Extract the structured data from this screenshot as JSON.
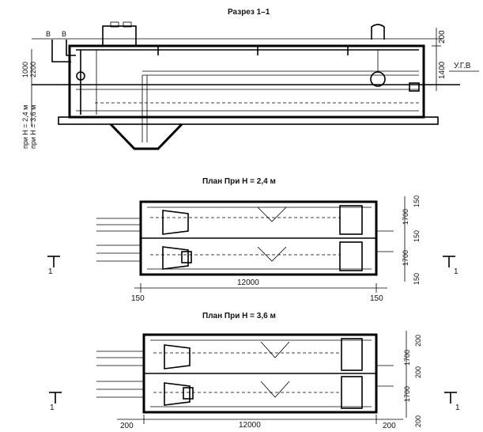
{
  "section": {
    "title": "Разрез 1–1",
    "label_b1": "В",
    "label_b2": "В",
    "dim_200": "200",
    "dim_1400": "1400",
    "dim_1000": "1000",
    "dim_2200": "2200",
    "level": "У.Г.В",
    "note_h24": "при Н = 2,4 м",
    "note_h36": "при Н = 3,6 м"
  },
  "plan1": {
    "title": "План При Н = 2,4 м",
    "dim_length": "12000",
    "dim_left": "150",
    "dim_right": "150",
    "dim_v_top": "150",
    "dim_v_1700a": "1700",
    "dim_v_mid": "150",
    "dim_v_1700b": "1700",
    "dim_v_bottom": "150",
    "mark_left": "1",
    "mark_right": "1"
  },
  "plan2": {
    "title": "План При Н = 3,6 м",
    "dim_length": "12000",
    "dim_left": "200",
    "dim_right": "200",
    "dim_v_top": "200",
    "dim_v_1700a": "1700",
    "dim_v_mid": "200",
    "dim_v_1700b": "1700",
    "dim_v_bottom": "200",
    "mark_left": "1",
    "mark_right": "1"
  }
}
